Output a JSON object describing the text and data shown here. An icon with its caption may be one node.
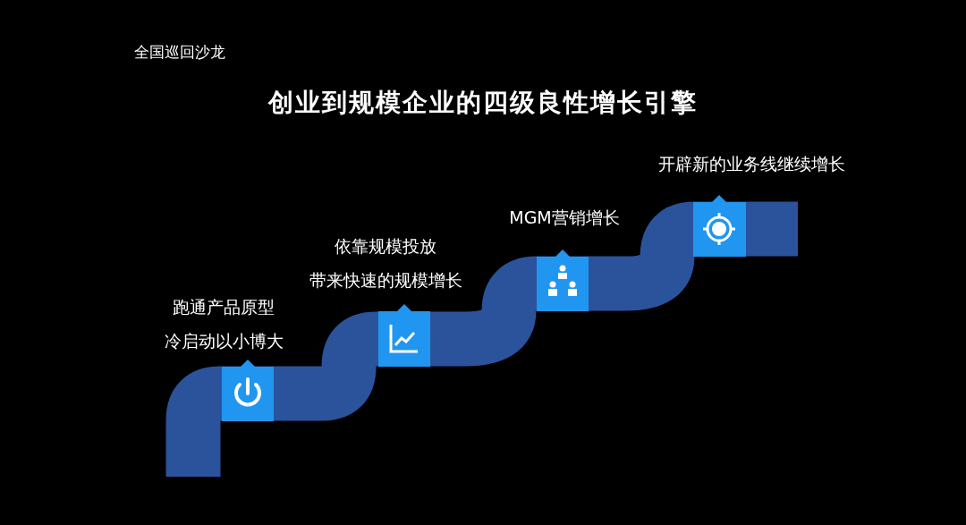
{
  "diagram": {
    "title": "创业到规模企业的四级良性增长引擎",
    "labels": [
      "全国巡回沙龙",
      "跑通产品原型",
      "冷启动以小博大",
      "依靠规模投放",
      "带来快速的规模增长",
      "MGM营销增长",
      "开辟新的业务线继续增长"
    ]
  }
}
